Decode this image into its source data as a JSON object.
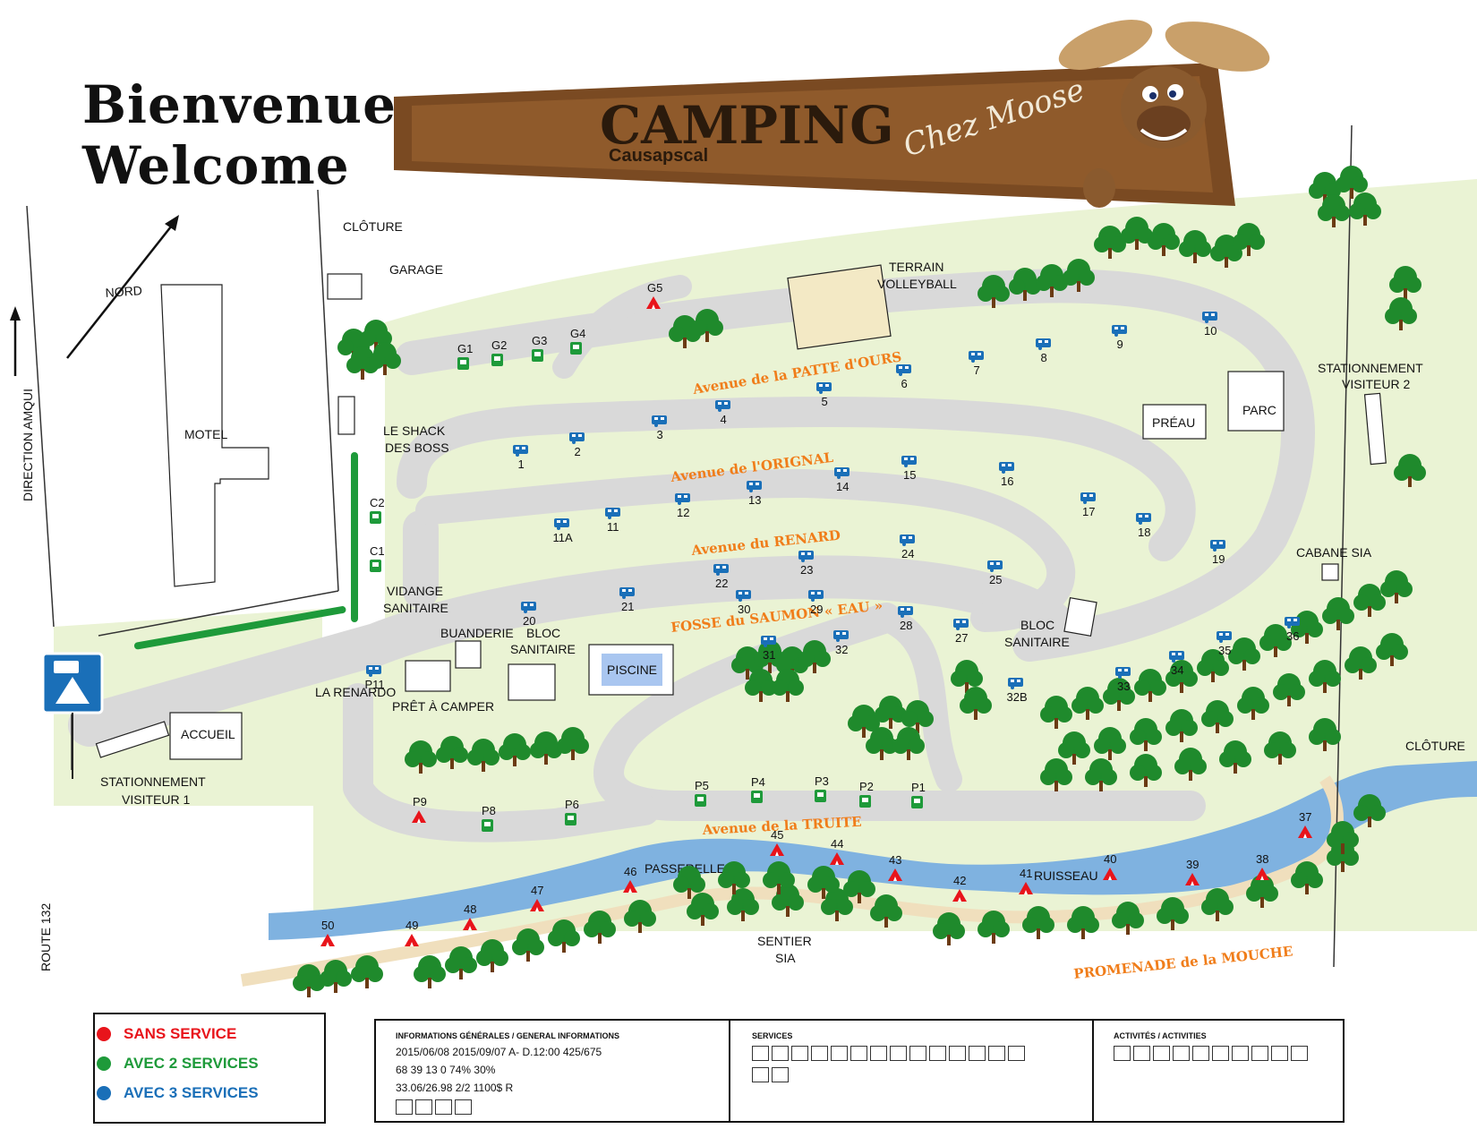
{
  "header": {
    "welcome_fr": "Bienvenue",
    "welcome_en": "Welcome",
    "sign_title": "CAMPING",
    "sign_subtitle": "Causapscal",
    "sign_script": "Chez Moose"
  },
  "roads_labels": {
    "direction_amqui": "DIRECTION AMQUI",
    "route_132": "ROUTE 132",
    "nord": "NORD"
  },
  "streets": {
    "patte_ours": "Avenue de la PATTE d'OURS",
    "orignal": "Avenue de l'ORIGNAL",
    "renard": "Avenue du RENARD",
    "saumon": "FOSSE du SAUMON « EAU »",
    "truite": "Avenue de la TRUITE",
    "promenade": "PROMENADE de la MOUCHE"
  },
  "places": {
    "cloture_top": "CLÔTURE",
    "garage": "GARAGE",
    "motel": "MOTEL",
    "shack_1": "LE SHACK",
    "shack_2": "DES BOSS",
    "terrain_1": "TERRAIN",
    "terrain_2": "VOLLEYBALL",
    "preau": "PRÉAU",
    "parc": "PARC",
    "stationnement2_1": "STATIONNEMENT",
    "stationnement2_2": "VISITEUR 2",
    "cabane": "CABANE SIA",
    "bloc1_1": "BLOC",
    "bloc1_2": "SANITAIRE",
    "vidange_1": "VIDANGE",
    "vidange_2": "SANITAIRE",
    "buanderie": "BUANDERIE",
    "bloc2_1": "BLOC",
    "bloc2_2": "SANITAIRE",
    "piscine": "PISCINE",
    "la_renardo": "LA RENARDO",
    "pret": "PRÊT À CAMPER",
    "accueil": "ACCUEIL",
    "stationnement1_1": "STATIONNEMENT",
    "stationnement1_2": "VISITEUR 1",
    "cloture_right": "CLÔTURE",
    "passerelle": "PASSERELLE",
    "sentier_1": "SENTIER",
    "sentier_2": "SIA",
    "ruisseau": "RUISSEAU"
  },
  "sites": {
    "blue": [
      "1",
      "2",
      "3",
      "4",
      "5",
      "6",
      "7",
      "8",
      "9",
      "10",
      "11A",
      "11",
      "12",
      "13",
      "14",
      "15",
      "16",
      "17",
      "18",
      "19",
      "20",
      "21",
      "22",
      "23",
      "24",
      "25",
      "27",
      "28",
      "29",
      "30",
      "31",
      "32",
      "32B",
      "33",
      "34",
      "35",
      "36",
      "P11"
    ],
    "green": [
      "G1",
      "G2",
      "G3",
      "G4",
      "C2",
      "C1",
      "P5",
      "P4",
      "P3",
      "P2",
      "P1",
      "P8",
      "P6"
    ],
    "red": [
      "G5",
      "P9",
      "37",
      "38",
      "39",
      "40",
      "41",
      "42",
      "43",
      "44",
      "45",
      "46",
      "47",
      "48",
      "49",
      "50"
    ]
  },
  "legend": {
    "red": "SANS SERVICE",
    "green": "AVEC 2 SERVICES",
    "blue": "AVEC 3 SERVICES",
    "red_color": "#e8141b",
    "green_color": "#1e9a3a",
    "blue_color": "#1a6fb8"
  },
  "info": {
    "general_title": "INFORMATIONS GÉNÉRALES / GENERAL INFORMATIONS",
    "line1": "2015/06/08   2015/09/07   A- D.12:00   425/675",
    "line2": "68   39   13   0   74%   30%",
    "line3": "33.06/26.98   2/2   1100$   R",
    "services_title": "SERVICES",
    "activities_title": "ACTIVITÉS / ACTIVITIES"
  },
  "colors": {
    "grass": "#eaf3d4",
    "road": "#d9d9d9",
    "water": "#7fb2e0",
    "tree": "#1f8a2c",
    "accent": "#f07d1a"
  }
}
